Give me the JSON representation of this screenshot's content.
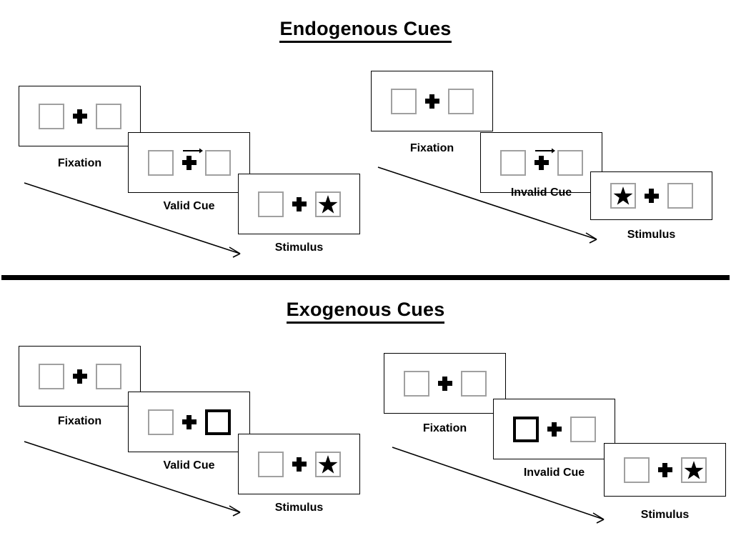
{
  "figure": {
    "type": "diagram",
    "description": "Posner cueing paradigm trial sequences for endogenous and exogenous attentional cues"
  },
  "sections": [
    {
      "id": "endogenous",
      "title": "Endogenous Cues",
      "sequences": [
        {
          "id": "endogenous-valid",
          "validity": "valid",
          "frames": [
            {
              "label": "Fixation",
              "cue_type": "none",
              "cued_side": "none",
              "arrow_direction": "none",
              "target_side": "none"
            },
            {
              "label": "Valid Cue",
              "cue_type": "arrow",
              "cued_side": "right",
              "arrow_direction": "right",
              "target_side": "none"
            },
            {
              "label": "Stimulus",
              "cue_type": "none",
              "cued_side": "none",
              "arrow_direction": "none",
              "target_side": "right"
            }
          ]
        },
        {
          "id": "endogenous-invalid",
          "validity": "invalid",
          "frames": [
            {
              "label": "Fixation",
              "cue_type": "none",
              "cued_side": "none",
              "arrow_direction": "none",
              "target_side": "none"
            },
            {
              "label": "Invalid Cue",
              "cue_type": "arrow",
              "cued_side": "right",
              "arrow_direction": "right",
              "target_side": "none"
            },
            {
              "label": "Stimulus",
              "cue_type": "none",
              "cued_side": "none",
              "arrow_direction": "none",
              "target_side": "left"
            }
          ]
        }
      ]
    },
    {
      "id": "exogenous",
      "title": "Exogenous Cues",
      "sequences": [
        {
          "id": "exogenous-valid",
          "validity": "valid",
          "frames": [
            {
              "label": "Fixation",
              "cue_type": "none",
              "cued_side": "none",
              "arrow_direction": "none",
              "target_side": "none"
            },
            {
              "label": "Valid Cue",
              "cue_type": "box-highlight",
              "cued_side": "right",
              "arrow_direction": "none",
              "target_side": "none"
            },
            {
              "label": "Stimulus",
              "cue_type": "none",
              "cued_side": "none",
              "arrow_direction": "none",
              "target_side": "right"
            }
          ]
        },
        {
          "id": "exogenous-invalid",
          "validity": "invalid",
          "frames": [
            {
              "label": "Fixation",
              "cue_type": "none",
              "cued_side": "none",
              "arrow_direction": "none",
              "target_side": "none"
            },
            {
              "label": "Invalid Cue",
              "cue_type": "box-highlight",
              "cued_side": "left",
              "arrow_direction": "none",
              "target_side": "none"
            },
            {
              "label": "Stimulus",
              "cue_type": "none",
              "cued_side": "none",
              "arrow_direction": "none",
              "target_side": "right"
            }
          ]
        }
      ]
    }
  ],
  "labels": {
    "endogenous_title": "Endogenous Cues",
    "exogenous_title": "Exogenous Cues",
    "fixation": "Fixation",
    "valid_cue": "Valid Cue",
    "invalid_cue": "Invalid Cue",
    "stimulus": "Stimulus"
  },
  "colors": {
    "panel_border": "#000000",
    "box_border": "#a0a0a0",
    "cued_box_border": "#000000",
    "fixation_cross": "#000000",
    "star": "#000000",
    "divider": "#000000",
    "background": "#ffffff"
  },
  "icons": {
    "fixation_cross": "plus-icon",
    "target": "star-icon",
    "directional_cue": "arrow-right-icon",
    "time_flow": "diagonal-arrow-icon"
  }
}
